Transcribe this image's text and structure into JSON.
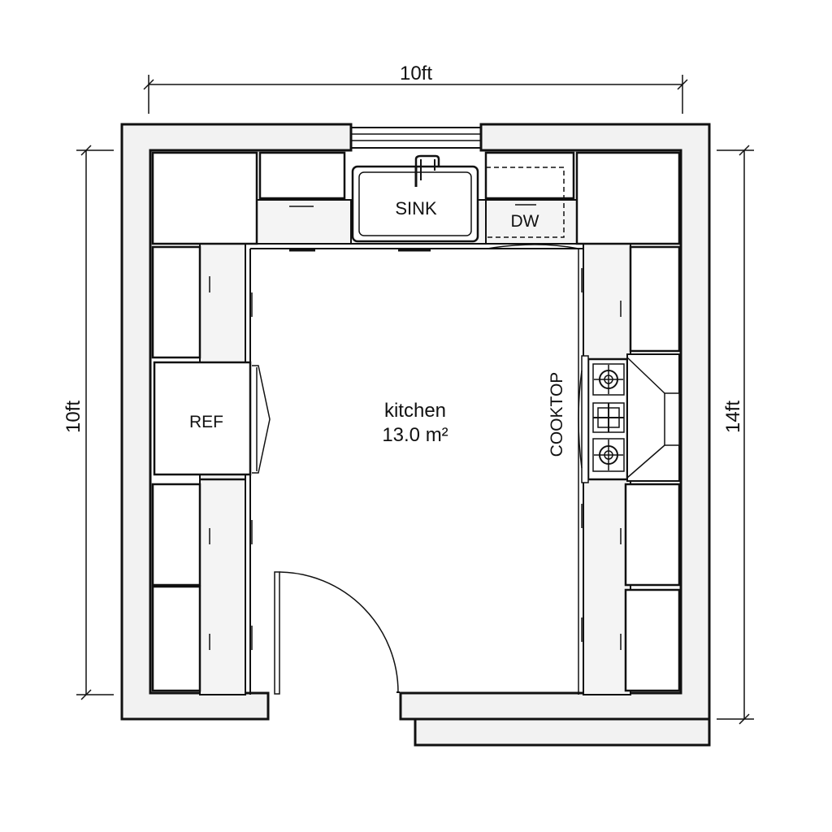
{
  "dimensions": {
    "top": "10ft",
    "left": "10ft",
    "right": "14ft"
  },
  "room": {
    "name": "kitchen",
    "area": "13.0 m²"
  },
  "fixtures": {
    "sink": "SINK",
    "dishwasher": "DW",
    "refrigerator": "REF",
    "cooktop": "COOKTOP"
  },
  "colors": {
    "line": "#111111",
    "wall_fill": "#f2f2f2",
    "background": "#ffffff"
  }
}
